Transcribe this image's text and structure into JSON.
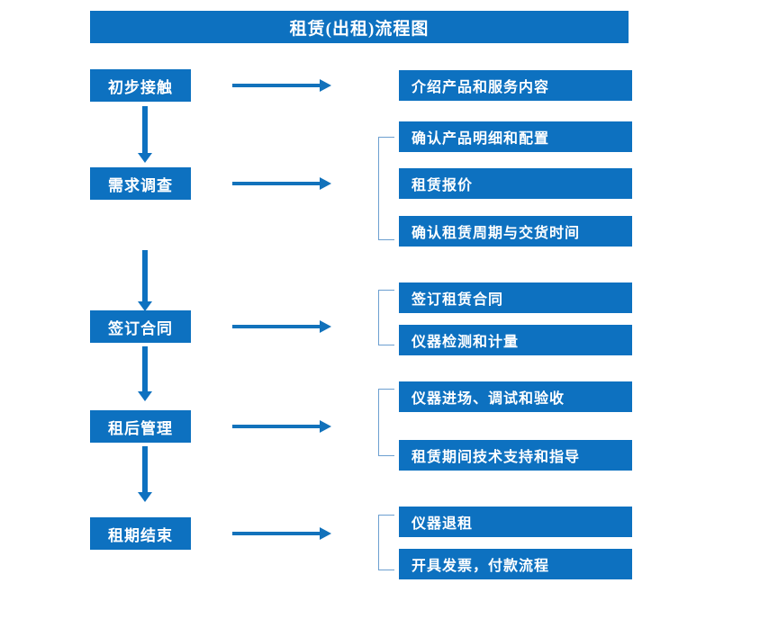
{
  "diagram": {
    "title": "租赁(出租)流程图",
    "colors": {
      "box_fill": "#0d71c0",
      "box_text": "#ffffff",
      "arrow": "#1272bb",
      "bracket": "#6c9fd0",
      "background": "#ffffff"
    },
    "stages": [
      {
        "label": "初步接触",
        "details": [
          "介绍产品和服务内容"
        ]
      },
      {
        "label": "需求调查",
        "details": [
          "确认产品明细和配置",
          "租赁报价",
          "确认租赁周期与交货时间"
        ]
      },
      {
        "label": "签订合同",
        "details": [
          "签订租赁合同",
          "仪器检测和计量"
        ]
      },
      {
        "label": "租后管理",
        "details": [
          "仪器进场、调试和验收",
          "租赁期间技术支持和指导"
        ]
      },
      {
        "label": "租期结束",
        "details": [
          "仪器退租",
          "开具发票，付款流程"
        ]
      }
    ]
  }
}
